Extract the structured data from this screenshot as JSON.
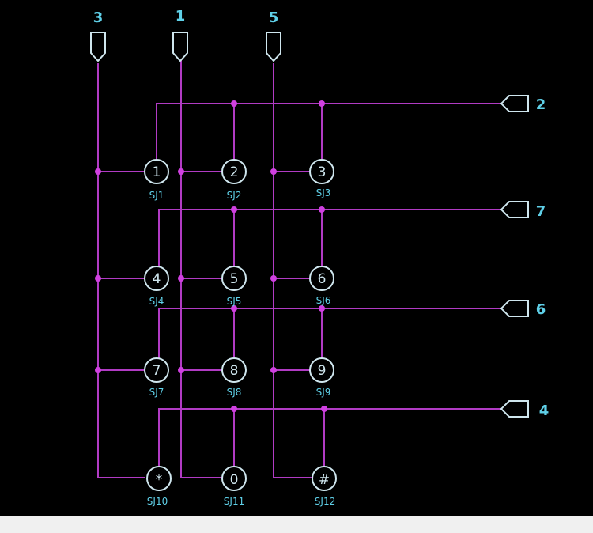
{
  "colors": {
    "background": "#000000",
    "wire": "#b13bc4",
    "junction": "#d040e0",
    "symbol": "#cfe6ee",
    "label": "#5fd0e8",
    "strip": "#f0f0f0"
  },
  "column_connectors": [
    {
      "id": "col-left",
      "label": "3"
    },
    {
      "id": "col-mid",
      "label": "1"
    },
    {
      "id": "col-right",
      "label": "5"
    }
  ],
  "row_connectors": [
    {
      "id": "row-1",
      "label": "2"
    },
    {
      "id": "row-2",
      "label": "7"
    },
    {
      "id": "row-3",
      "label": "6"
    },
    {
      "id": "row-4",
      "label": "4"
    }
  ],
  "keys": [
    {
      "key": "1",
      "ref": "SJ1"
    },
    {
      "key": "2",
      "ref": "SJ2"
    },
    {
      "key": "3",
      "ref": "SJ3"
    },
    {
      "key": "4",
      "ref": "SJ4"
    },
    {
      "key": "5",
      "ref": "SJ5"
    },
    {
      "key": "6",
      "ref": "SJ6"
    },
    {
      "key": "7",
      "ref": "SJ7"
    },
    {
      "key": "8",
      "ref": "SJ8"
    },
    {
      "key": "9",
      "ref": "SJ9"
    },
    {
      "key": "*",
      "ref": "SJ10"
    },
    {
      "key": "0",
      "ref": "SJ11"
    },
    {
      "key": "#",
      "ref": "SJ12"
    }
  ]
}
